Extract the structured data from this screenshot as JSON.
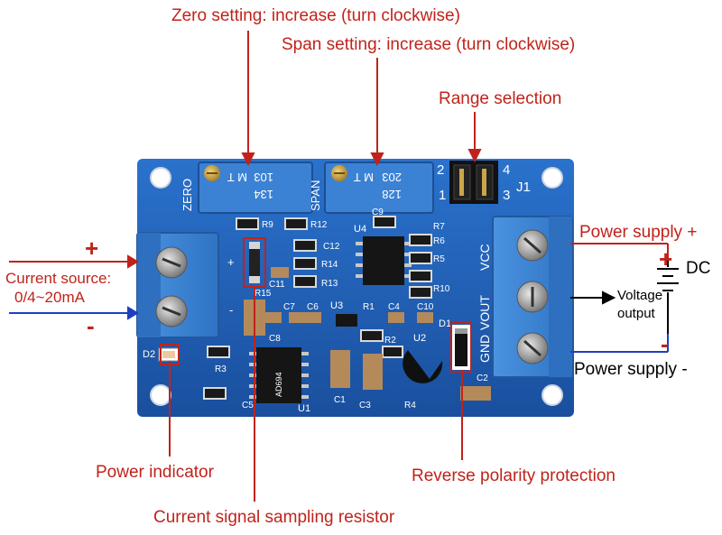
{
  "callouts": {
    "zero_setting": "Zero setting: increase (turn clockwise)",
    "span_setting": "Span setting: increase (turn clockwise)",
    "range_selection": "Range selection",
    "current_source": "Current source:",
    "current_range": "0/4~20mA",
    "plus": "+",
    "minus": "-",
    "power_supply_plus": "Power supply +",
    "power_supply_minus": "Power supply -",
    "dc_plus": "+",
    "dc": "DC",
    "dc_minus": "-",
    "voltage": "Voltage",
    "output": "output",
    "power_indicator": "Power indicator",
    "sampling_resistor": "Current signal sampling resistor",
    "reverse_polarity": "Reverse polarity protection"
  },
  "board": {
    "pot_zero_code": "103",
    "pot_zero_sub": "134",
    "pot_zero_letters": "M  T",
    "pot_span_code": "203",
    "pot_span_sub": "128",
    "pot_span_letters": "M  T",
    "zero": "ZERO",
    "span": "SPAN",
    "vcc": "VCC",
    "vout": "VOUT",
    "gnd": "GND",
    "j1": "J1",
    "j_pin1": "1",
    "j_pin2": "2",
    "j_pin3": "3",
    "j_pin4": "4",
    "u1": "U1",
    "u2": "U2",
    "u3": "U3",
    "u4": "U4",
    "r1": "R1",
    "r2": "R2",
    "r3": "R3",
    "r4": "R4",
    "r5": "R5",
    "r6": "R6",
    "r7": "R7",
    "r9": "R9",
    "r10": "R10",
    "r12": "R12",
    "r13": "R13",
    "r14": "R14",
    "c1": "C1",
    "c2": "C2",
    "c3": "C3",
    "c4": "C4",
    "c5": "C5",
    "c6": "C6",
    "c7": "C7",
    "c8": "C8",
    "c9": "C9",
    "c10": "C10",
    "c11": "C11",
    "c12": "C12",
    "d1": "D1",
    "d2": "D2",
    "r15": "R15",
    "chip_u1_text": "AD694",
    "term_plus": "+",
    "term_minus": "-"
  },
  "colors": {
    "callout_red": "#c0231b",
    "board_blue": "#1c5fb8",
    "terminal_blue": "#3d86d6",
    "trace_blue": "#1f3fbf"
  }
}
